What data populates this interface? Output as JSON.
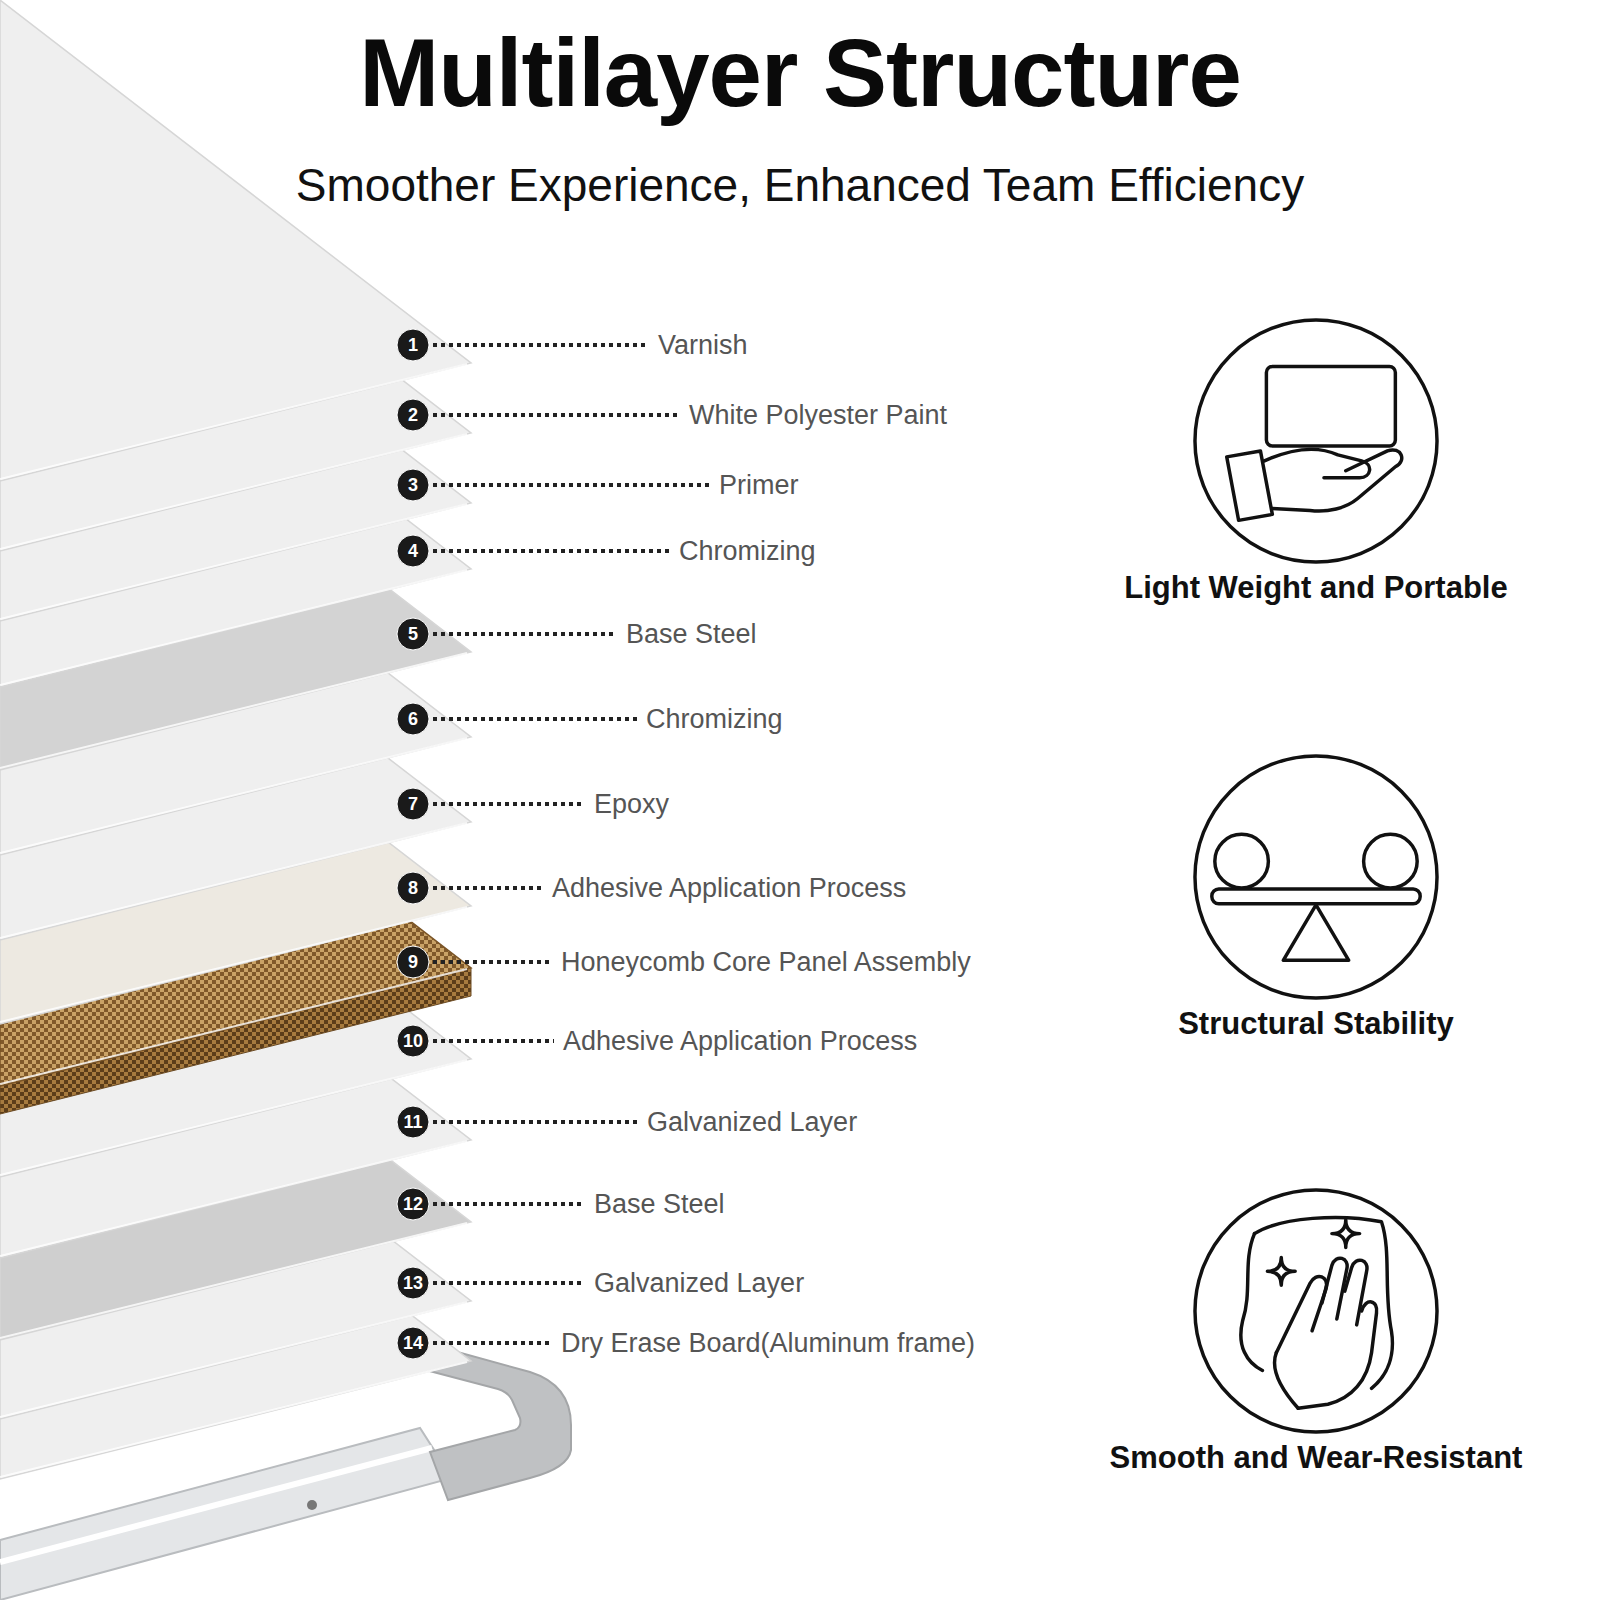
{
  "diagram": {
    "title": "Multilayer Structure",
    "nodes": [
      {
        "text": [
          "Light Weight and Portable"
        ]
      },
      {
        "text": [
          "Structural Stability"
        ]
      },
      {
        "text": [
          "Smooth and Wear-Resistant"
        ]
      }
    ],
    "labels": [
      "Smoother Experience, Enhanced Team Efficiency",
      "1",
      "Varnish",
      "2",
      "White Polyester Paint",
      "3",
      "Primer",
      "4",
      "Chromizing",
      "5",
      "Base Steel",
      "6",
      "Chromizing",
      "7",
      "Epoxy",
      "8",
      "Adhesive Application Process",
      "9",
      "Honeycomb Core Panel Assembly",
      "10",
      "Adhesive Application Process",
      "11",
      "Galvanized Layer",
      "12",
      "Base Steel",
      "13",
      "Galvanized Layer",
      "14",
      "Dry Erase Board(Aluminum frame)"
    ]
  }
}
